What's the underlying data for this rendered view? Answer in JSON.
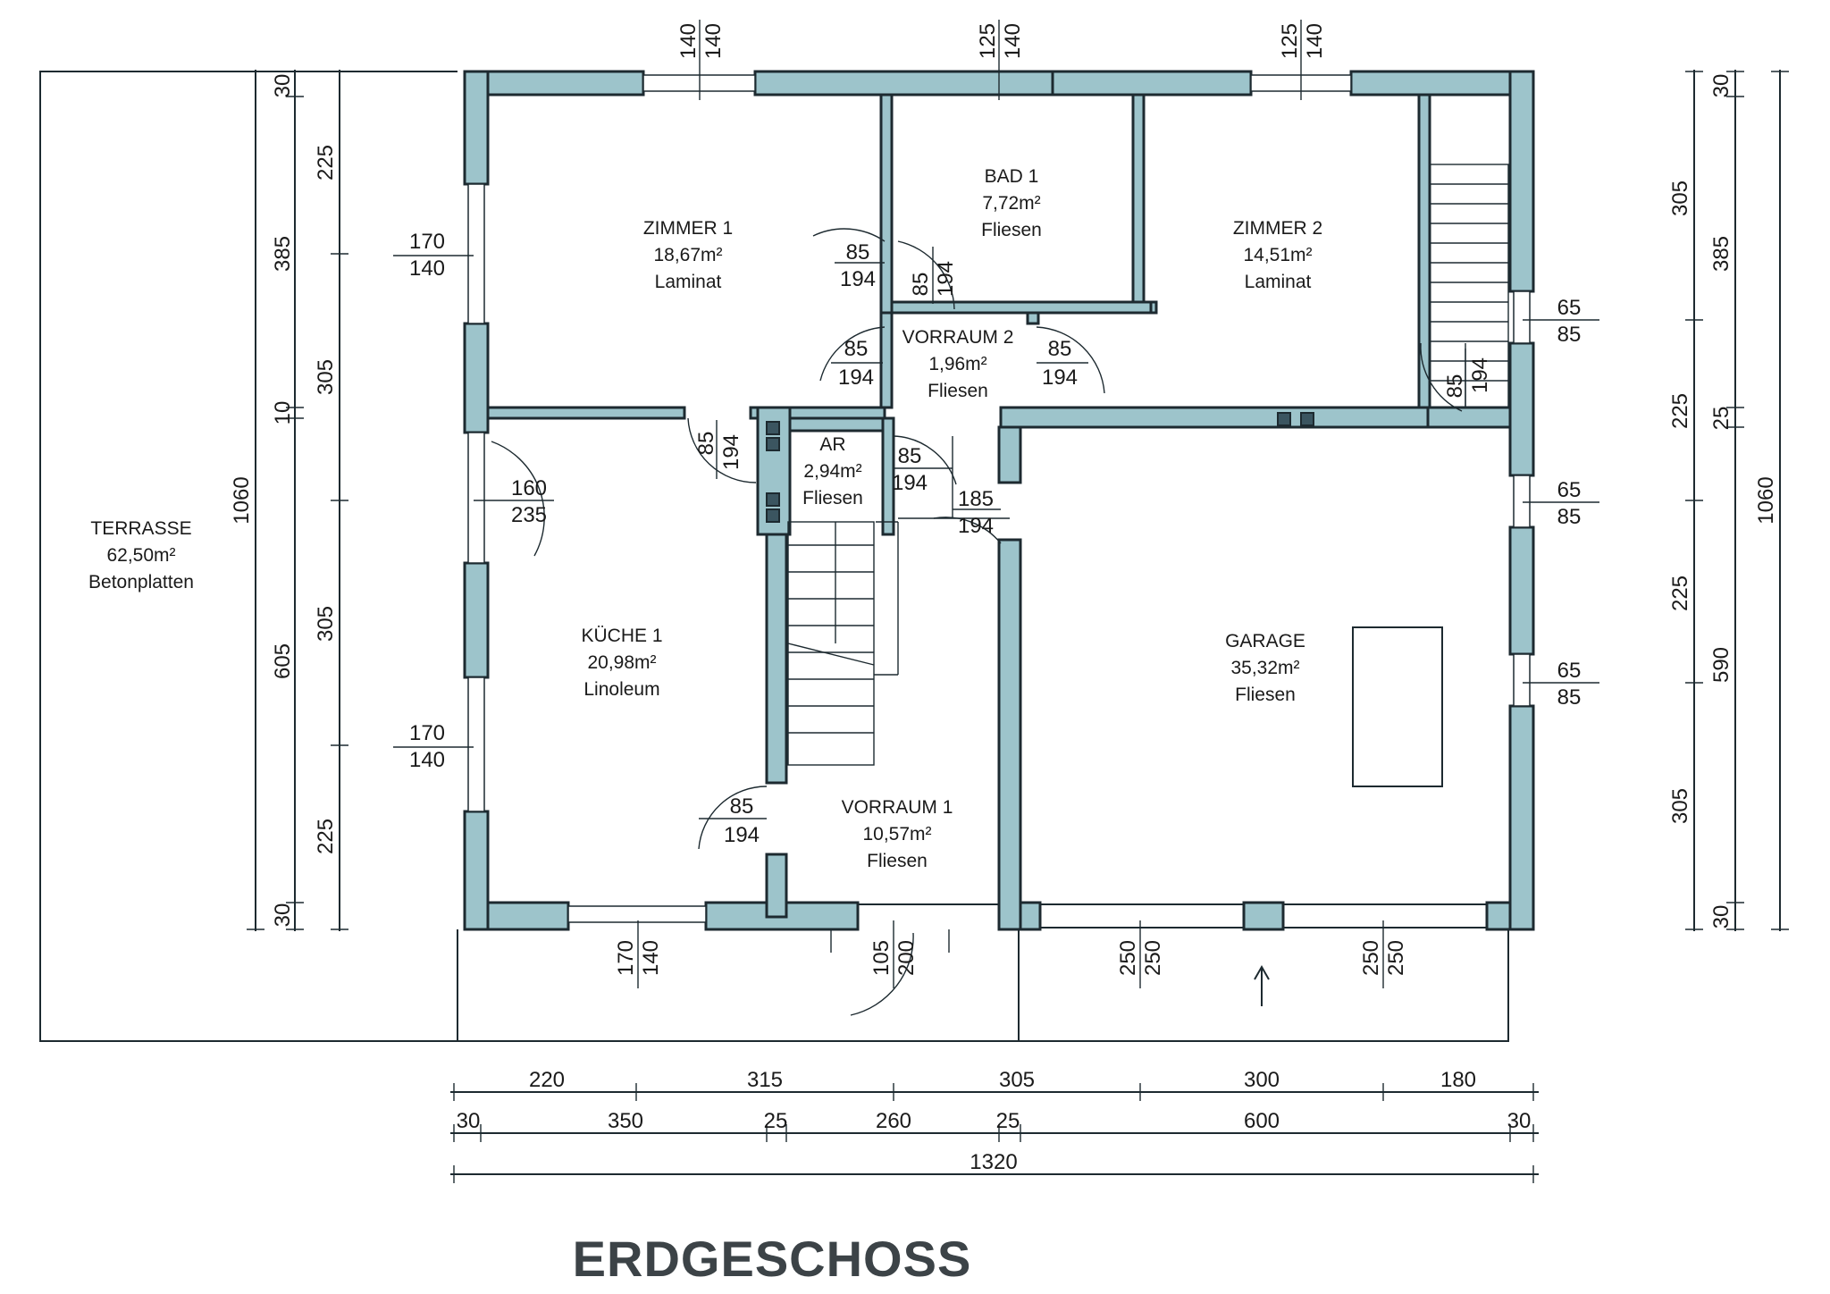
{
  "title": "ERDGESCHOSS",
  "rooms": {
    "zimmer1": {
      "name": "ZIMMER 1",
      "area": "18,67m²",
      "floor": "Laminat"
    },
    "bad1": {
      "name": "BAD 1",
      "area": "7,72m²",
      "floor": "Fliesen"
    },
    "zimmer2": {
      "name": "ZIMMER 2",
      "area": "14,51m²",
      "floor": "Laminat"
    },
    "vorraum2": {
      "name": "VORRAUM 2",
      "area": "1,96m²",
      "floor": "Fliesen"
    },
    "ar": {
      "name": "AR",
      "area": "2,94m²",
      "floor": "Fliesen"
    },
    "kueche1": {
      "name": "KÜCHE 1",
      "area": "20,98m²",
      "floor": "Linoleum"
    },
    "garage": {
      "name": "GARAGE",
      "area": "35,32m²",
      "floor": "Fliesen"
    },
    "vorraum1": {
      "name": "VORRAUM 1",
      "area": "10,57m²",
      "floor": "Fliesen"
    },
    "terrasse": {
      "name": "TERRASSE",
      "area": "62,50m²",
      "floor": "Betonplatten"
    }
  },
  "openings": {
    "top_w1": [
      "140",
      "140"
    ],
    "top_w2": [
      "125",
      "140"
    ],
    "top_w3": [
      "125",
      "140"
    ],
    "left_w1": [
      "170",
      "140"
    ],
    "left_door": [
      "160",
      "235"
    ],
    "left_w2": [
      "170",
      "140"
    ],
    "right_w1": [
      "65",
      "85"
    ],
    "right_w2": [
      "65",
      "85"
    ],
    "right_w3": [
      "65",
      "85"
    ],
    "bottom_w1": [
      "170",
      "140"
    ],
    "bottom_door": [
      "105",
      "200"
    ],
    "bottom_g1": [
      "250",
      "250"
    ],
    "bottom_g2": [
      "250",
      "250"
    ],
    "d_zimmer1": [
      "85",
      "194"
    ],
    "d_bad": [
      "85",
      "194"
    ],
    "d_vorraum2_left": [
      "85",
      "194"
    ],
    "d_vorraum2_right": [
      "85",
      "194"
    ],
    "d_kueche_top": [
      "85",
      "194"
    ],
    "d_ar": [
      "85",
      "194"
    ],
    "d_185": [
      "185",
      "194"
    ],
    "d_stair": [
      "85",
      "194"
    ],
    "d_vorraum1": [
      "85",
      "194"
    ]
  },
  "dims_bottom": {
    "row1": [
      "220",
      "315",
      "305",
      "300",
      "180"
    ],
    "row2": [
      "30",
      "350",
      "25",
      "260",
      "25",
      "600",
      "30"
    ],
    "total": "1320"
  },
  "dims_left": {
    "outer": [
      "30",
      "385",
      "10",
      "605",
      "30"
    ],
    "inner": [
      "225",
      "305",
      "305",
      "225"
    ],
    "total": "1060"
  },
  "dims_right": {
    "inner": [
      "305",
      "225",
      "225",
      "305"
    ],
    "outer": [
      "30",
      "385",
      "25",
      "590",
      "30"
    ],
    "total": "1060"
  }
}
